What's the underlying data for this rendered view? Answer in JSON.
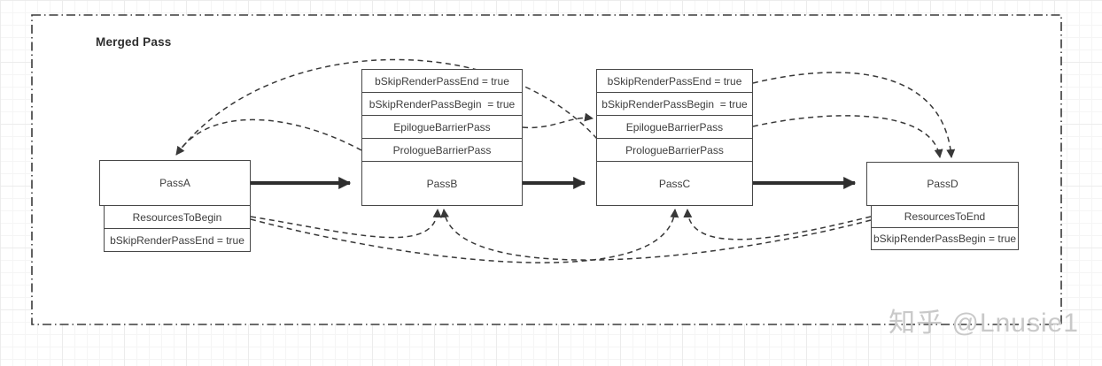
{
  "frame": {
    "title": "Merged Pass"
  },
  "watermark": "知乎 @Lnusie1",
  "colors": {
    "connector_line": "#383838",
    "box_border": "#474747",
    "box_fill": "#ffffff",
    "text": "#3d3d3d",
    "watermark": "#c9c9c9",
    "grid_minor": "#f5f5f5",
    "grid_major": "#ececec"
  },
  "nodes": {
    "passA": {
      "label": "PassA",
      "attachments": [
        "ResourcesToBegin",
        "bSkipRenderPassEnd = true"
      ]
    },
    "passB": {
      "label": "PassB",
      "stack": [
        "bSkipRenderPassEnd = true",
        "bSkipRenderPassBegin  = true",
        "EpilogueBarrierPass",
        "PrologueBarrierPass"
      ]
    },
    "passC": {
      "label": "PassC",
      "stack": [
        "bSkipRenderPassEnd = true",
        "bSkipRenderPassBegin  = true",
        "EpilogueBarrierPass",
        "PrologueBarrierPass"
      ]
    },
    "passD": {
      "label": "PassD",
      "attachments": [
        "ResourcesToEnd",
        "bSkipRenderPassBegin = true"
      ]
    }
  },
  "flows": [
    "PassA -> PassB",
    "PassB -> PassC",
    "PassC -> PassD"
  ],
  "dependencies": [
    "PassC.PrologueBarrierPass -> PassA (top)",
    "PassB.PrologueBarrierPass -> PassA (top)",
    "PassB.EpilogueBarrierPass -> PassC.EpilogueBarrierPass",
    "PassC.bSkipRenderPassEnd -> PassD (top)",
    "PassC.EpilogueBarrierPass -> PassD (top)",
    "PassA.ResourcesToBegin -> PassB (bottom)",
    "PassA.ResourcesToBegin -> PassC (bottom)",
    "PassD.ResourcesToEnd -> PassC (bottom)",
    "PassD.ResourcesToEnd -> PassB (bottom)"
  ]
}
